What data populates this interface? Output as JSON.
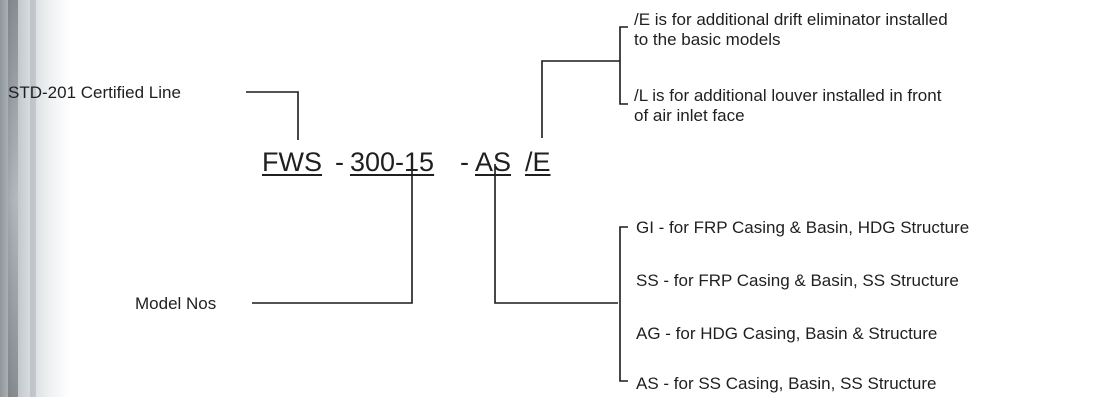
{
  "labels": {
    "certified_line": "STD-201 Certified Line",
    "model_nos": "Model Nos"
  },
  "code": {
    "series": "FWS",
    "sep1": "-",
    "model": "300-15",
    "sep2": "-",
    "material": "AS",
    "option": "/E"
  },
  "options": [
    {
      "line1": "/E is for additional drift eliminator installed",
      "line2": "to the basic models"
    },
    {
      "line1": "/L is for additional louver installed in front",
      "line2": "of air inlet face"
    }
  ],
  "materials": [
    "GI - for FRP Casing & Basin, HDG Structure",
    "SS - for FRP Casing & Basin, SS Structure",
    "AG - for HDG Casing, Basin & Structure",
    "AS - for SS Casing, Basin, SS Structure"
  ]
}
